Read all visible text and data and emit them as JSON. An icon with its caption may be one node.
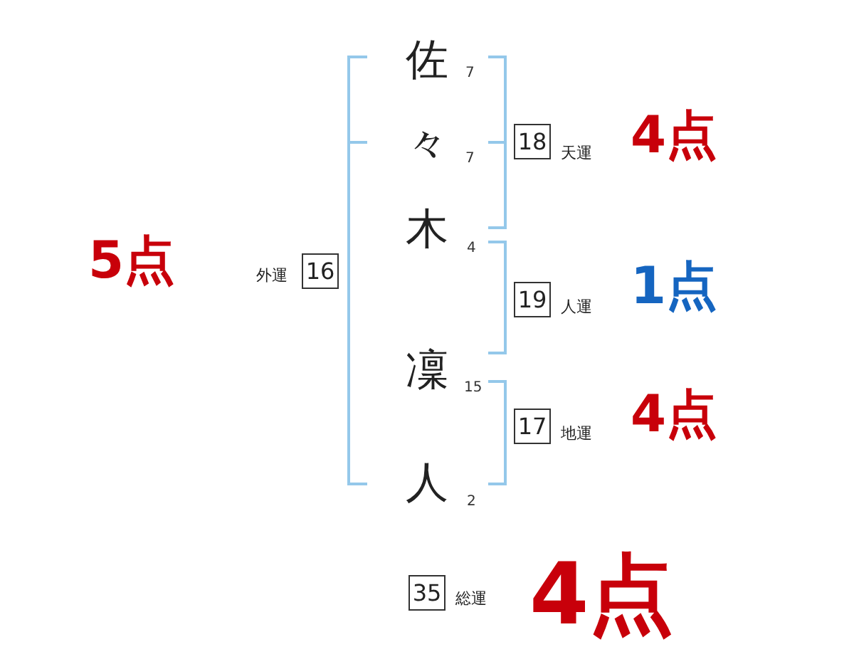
{
  "diagram": {
    "nodes": [
      {
        "text": [
          "18"
        ],
        "beside": [
          "天運",
          "4点"
        ]
      },
      {
        "text": [
          "16"
        ],
        "beside": [
          "外運",
          "5点"
        ]
      },
      {
        "text": [
          "19"
        ],
        "beside": [
          "人運",
          "1点"
        ]
      },
      {
        "text": [
          "17"
        ],
        "beside": [
          "地運",
          "4点"
        ]
      },
      {
        "text": [
          "35"
        ],
        "beside": [
          "総運",
          "4点"
        ]
      }
    ],
    "labels": [
      "佐",
      "7",
      "々",
      "7",
      "木",
      "4",
      "凜",
      "15",
      "人",
      "2"
    ]
  }
}
